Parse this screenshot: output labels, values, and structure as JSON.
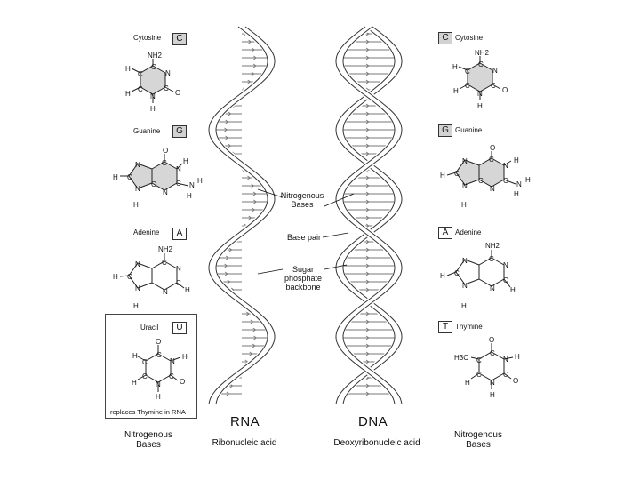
{
  "left_bases": {
    "cytosine": {
      "name": "Cytosine",
      "letter": "C"
    },
    "guanine": {
      "name": "Guanine",
      "letter": "G"
    },
    "adenine": {
      "name": "Adenine",
      "letter": "A"
    },
    "uracil": {
      "name": "Uracil",
      "letter": "U",
      "note": "replaces Thymine in RNA"
    }
  },
  "right_bases": {
    "cytosine": {
      "name": "Cytosine",
      "letter": "C"
    },
    "guanine": {
      "name": "Guanine",
      "letter": "G"
    },
    "adenine": {
      "name": "Adenine",
      "letter": "A"
    },
    "thymine": {
      "name": "Thymine",
      "letter": "T"
    }
  },
  "atoms": {
    "N": "N",
    "C": "C",
    "H": "H",
    "O": "O",
    "NH2": "NH2",
    "H3C": "H3C"
  },
  "helices": {
    "rna": {
      "title": "RNA",
      "subtitle": "Ribonucleic acid"
    },
    "dna": {
      "title": "DNA",
      "subtitle": "Deoxyribonucleic acid"
    }
  },
  "annotations": {
    "nitrogenous_bases": "Nitrogenous Bases",
    "base_pair": "Base pair",
    "backbone": "Sugar phosphate backbone"
  },
  "footer": {
    "left": "Nitrogenous Bases",
    "right": "Nitrogenous Bases"
  }
}
